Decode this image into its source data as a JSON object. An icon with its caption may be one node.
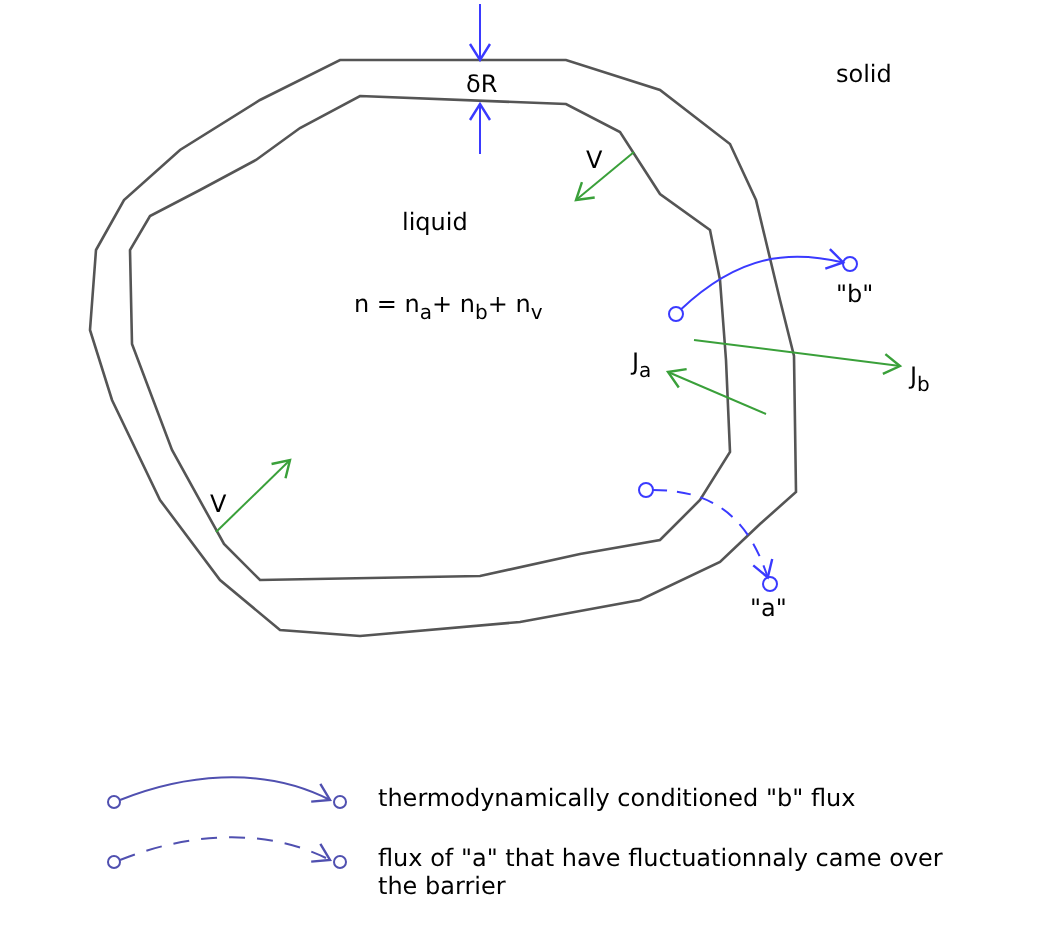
{
  "diagram": {
    "nodes": [
      {
        "text": [],
        "shape": "circle"
      },
      {
        "text": [],
        "shape": "circle",
        "beside": [
          "\"b\""
        ]
      },
      {
        "text": [],
        "shape": "circle"
      },
      {
        "text": [],
        "shape": "circle",
        "beside": [
          "\"a\""
        ]
      }
    ],
    "edges": [
      {
        "from": 0,
        "to": 1,
        "arrow": "to"
      },
      {
        "from": 2,
        "to": 3,
        "arrow": "to",
        "style": "dashed"
      }
    ],
    "labels": [
      "δR",
      "solid",
      "V",
      "liquid",
      "n = n$_{a}$+ n$_{b}$+  n$_{v}$",
      "J$_{a}$",
      "J$_{b}$",
      "V"
    ],
    "legend": [
      {
        "text": "thermodynamically conditioned \"b\" flux"
      },
      {
        "text": "flux of \"a\" that have fluctuationnaly came over the barrier"
      }
    ]
  }
}
